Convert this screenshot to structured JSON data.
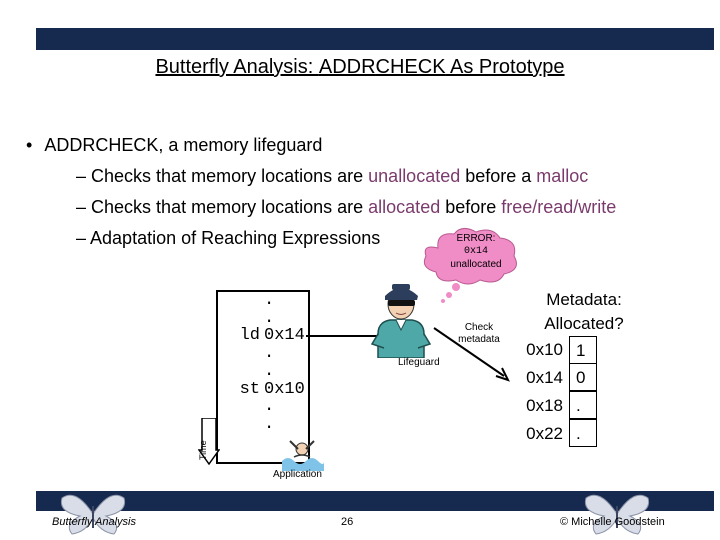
{
  "header": {
    "title_prefix": "Butterfly Analysis:  ",
    "title_addr": "ADDR",
    "title_check": "CHECK",
    "title_suffix": " As Prototype"
  },
  "bullets": {
    "bullet_char": "•",
    "main_addr": "ADDR",
    "main_check": "CHECK",
    "main_rest": ", a memory lifeguard",
    "dash": "–",
    "sub1_a": "Checks that memory locations are ",
    "sub1_b": "unallocated",
    "sub1_c": " before a ",
    "sub1_d": "malloc",
    "sub2_a": "Checks that memory locations are ",
    "sub2_b": "allocated",
    "sub2_c": " before ",
    "sub2_d": "free/read/write",
    "sub3": "Adaptation of Reaching Expressions"
  },
  "diagram": {
    "code_lines": [
      {
        "op": "",
        "arg": "."
      },
      {
        "op": "",
        "arg": "."
      },
      {
        "op": "ld",
        "arg": "0x14"
      },
      {
        "op": "",
        "arg": "."
      },
      {
        "op": "",
        "arg": "."
      },
      {
        "op": "st",
        "arg": "0x10"
      },
      {
        "op": "",
        "arg": "."
      },
      {
        "op": "",
        "arg": "."
      }
    ],
    "time_label": "Time",
    "error_line1": "ERROR:",
    "error_line2": "0x14",
    "error_line3": "unallocated",
    "check_line1": "Check",
    "check_line2": "metadata",
    "lifeguard_label": "Lifeguard",
    "application_label": "Application",
    "metadata_title_line1": "Metadata:",
    "metadata_title_line2": "Allocated?",
    "metadata_rows": [
      {
        "addr": "0x10",
        "value": "1"
      },
      {
        "addr": "0x14",
        "value": "0"
      },
      {
        "addr": "0x18",
        "value": "."
      },
      {
        "addr": "0x22",
        "value": "."
      }
    ]
  },
  "footer": {
    "left": "Butterfly Analysis",
    "page": "26",
    "right": "© Michelle Goodstein"
  },
  "colors": {
    "bar": "#16294e",
    "accent": "#7a3b6c",
    "cloud": "#f08cc6"
  }
}
